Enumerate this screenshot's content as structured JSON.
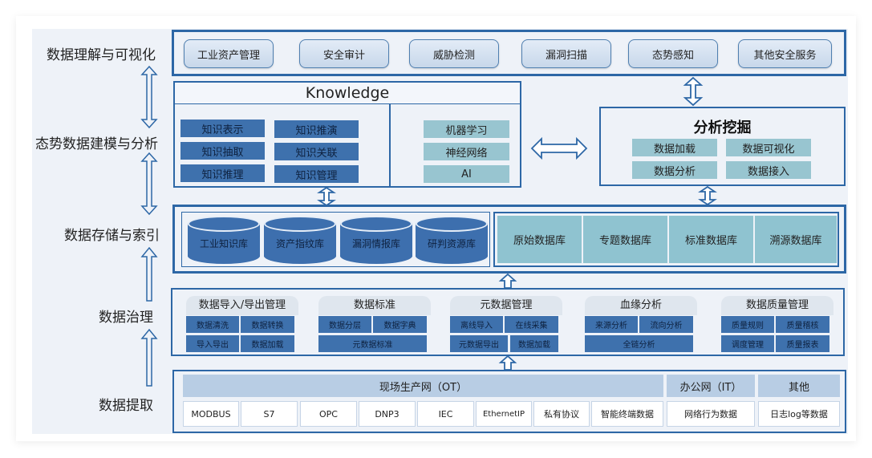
{
  "layers": {
    "visualization": "数据理解与可视化",
    "modeling": "态势数据建模与分析",
    "storage": "数据存储与索引",
    "governance": "数据治理",
    "extraction": "数据提取"
  },
  "services": [
    "工业资产管理",
    "安全审计",
    "威胁检测",
    "漏洞扫描",
    "态势感知",
    "其他安全服务"
  ],
  "knowledge": {
    "title": "Knowledge",
    "left_col1": [
      "知识表示",
      "知识抽取",
      "知识推理"
    ],
    "left_col2": [
      "知识推演",
      "知识关联",
      "知识管理"
    ],
    "right": [
      "机器学习",
      "神经网络",
      "AI"
    ]
  },
  "mining": {
    "title": "分析挖掘",
    "items": [
      "数据加载",
      "数据可视化",
      "数据分析",
      "数据接入"
    ]
  },
  "storage": {
    "cylinders": [
      "工业知识库",
      "资产指纹库",
      "漏洞情报库",
      "研判资源库"
    ],
    "databases": [
      "原始数据库",
      "专题数据库",
      "标准数据库",
      "溯源数据库"
    ]
  },
  "governance": [
    {
      "title": "数据导入/导出管理",
      "row1": [
        "数据清洗",
        "数据转换"
      ],
      "row2": [
        "导入导出",
        "数据加载"
      ]
    },
    {
      "title": "数据标准",
      "row1": [
        "数据分层",
        "数据字典"
      ],
      "row2": [
        "元数据标准"
      ]
    },
    {
      "title": "元数据管理",
      "row1": [
        "离线导入",
        "在线采集"
      ],
      "row2": [
        "元数据导出",
        "数据加载"
      ]
    },
    {
      "title": "血缘分析",
      "row1": [
        "来源分析",
        "流向分析"
      ],
      "row2": [
        "全链分析"
      ]
    },
    {
      "title": "数据质量管理",
      "row1": [
        "质量规则",
        "质量稽核"
      ],
      "row2": [
        "调度管理",
        "质量报表"
      ]
    }
  ],
  "extraction": {
    "ot_title": "现场生产网（OT）",
    "it_title": "办公网（IT）",
    "other_title": "其他",
    "ot_items": [
      "MODBUS",
      "S7",
      "OPC",
      "DNP3",
      "IEC",
      "EthernetIP",
      "私有协议",
      "智能终端数据"
    ],
    "it_items": [
      "网络行为数据"
    ],
    "other_items": [
      "日志log等数据"
    ]
  }
}
